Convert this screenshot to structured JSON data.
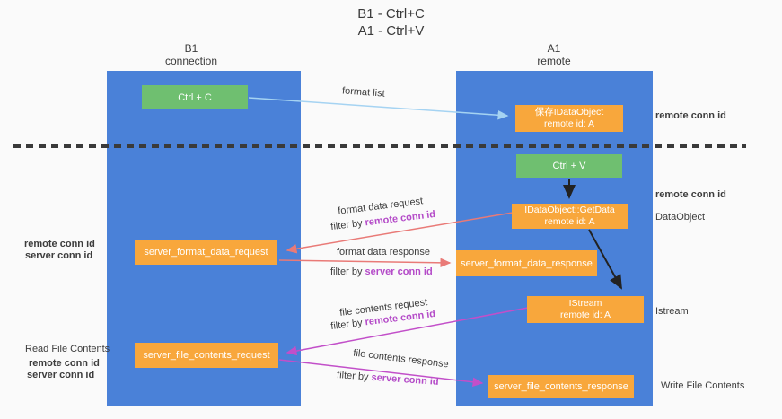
{
  "title": {
    "line1": "B1 - Ctrl+C",
    "line2": "A1 - Ctrl+V"
  },
  "columns": {
    "b1": {
      "name": "B1",
      "subtitle": "connection"
    },
    "a1": {
      "name": "A1",
      "subtitle": "remote"
    }
  },
  "nodes": {
    "ctrl_c": {
      "label": "Ctrl + C"
    },
    "save_idataobject": {
      "line1": "保存IDataObject",
      "line2": "remote id: A"
    },
    "ctrl_v": {
      "label": "Ctrl + V"
    },
    "getdata": {
      "line1": "IDataObject::GetData",
      "line2": "remote id: A"
    },
    "format_request": {
      "label": "server_format_data_request"
    },
    "format_response": {
      "label": "server_format_data_response"
    },
    "istream": {
      "line1": "IStream",
      "line2": "remote id: A"
    },
    "file_request": {
      "label": "server_file_contents_request"
    },
    "file_response": {
      "label": "server_file_contents_response"
    }
  },
  "arrow_labels": {
    "format_list": "format list",
    "format_request": {
      "title": "format data request",
      "filter_prefix": "filter by ",
      "filter_key": "remote conn id"
    },
    "format_response": {
      "title": "format data response",
      "filter_prefix": "filter by ",
      "filter_key": "server conn id"
    },
    "file_request": {
      "title": "file contents request",
      "filter_prefix": "filter by ",
      "filter_key": "remote conn id"
    },
    "file_response": {
      "title": "file contents response",
      "filter_prefix": "filter by ",
      "filter_key": "server conn id"
    }
  },
  "side_labels": {
    "remote_conn_id_top_right": "remote conn id",
    "remote_conn_id_mid_right": "remote conn id",
    "dataobject": "DataObject",
    "istream": "Istream",
    "write_file_contents": "Write File Contents",
    "read_file_contents": "Read File Contents",
    "remote_conn_id_left_mid": "remote conn id",
    "server_conn_id_left_mid": "server conn id",
    "remote_conn_id_left_bottom": "remote conn id",
    "server_conn_id_left_bottom": "server conn id"
  },
  "colors": {
    "background": "#fafafa",
    "column_blue": "#4a81d8",
    "box_green": "#6fbf70",
    "box_orange": "#f8a73c",
    "arrow_red": "#e97a77",
    "arrow_magenta": "#c24fc9",
    "arrow_lightblue": "#a5d3f2",
    "arrow_black": "#222222",
    "label_purple": "#b44bc8",
    "label_green": "#5cb860",
    "text_dark": "#3d3d3d"
  }
}
